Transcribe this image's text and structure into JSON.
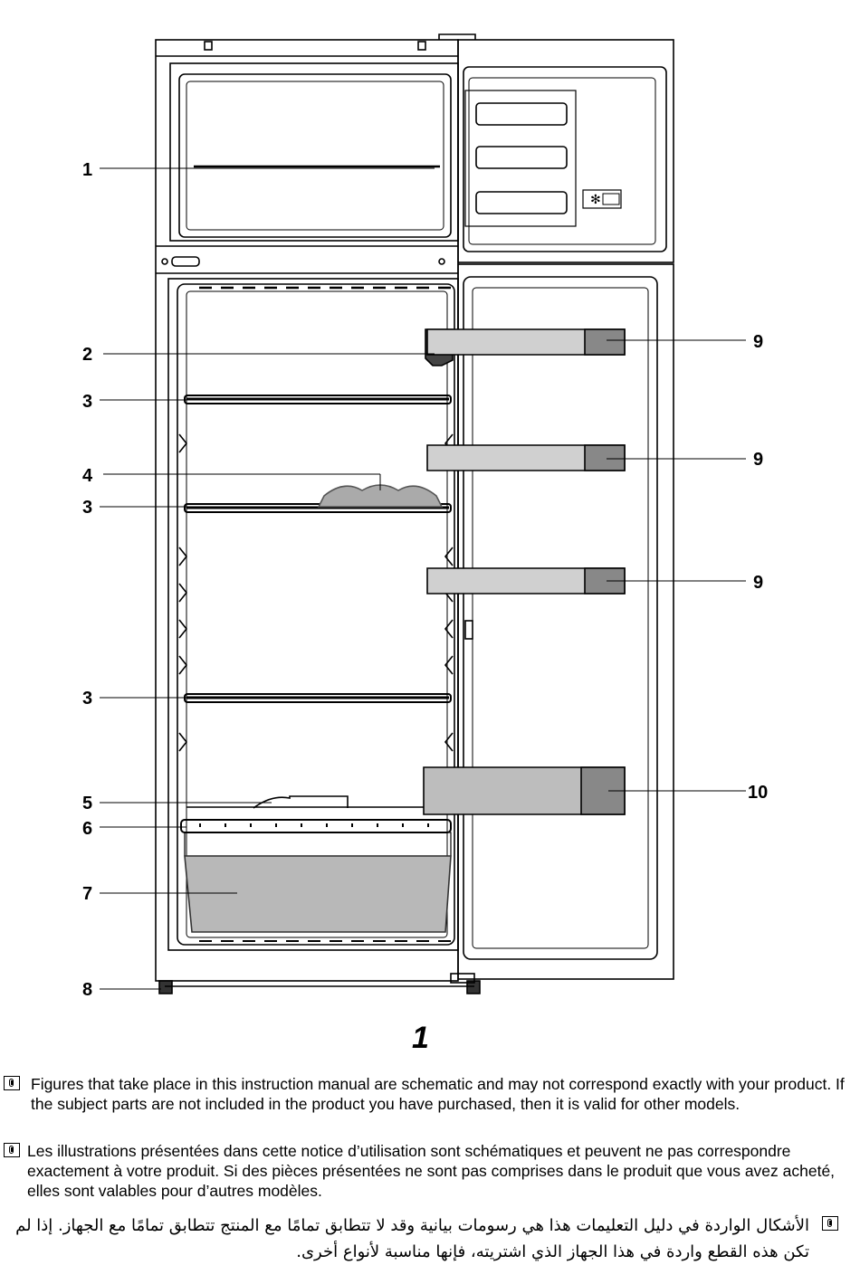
{
  "figure": {
    "number": "1",
    "callouts": [
      {
        "label": "1"
      },
      {
        "label": "2"
      },
      {
        "label": "3"
      },
      {
        "label": "4"
      },
      {
        "label": "3"
      },
      {
        "label": "3"
      },
      {
        "label": "5"
      },
      {
        "label": "6"
      },
      {
        "label": "7"
      },
      {
        "label": "8"
      },
      {
        "label": "9"
      },
      {
        "label": "9"
      },
      {
        "label": "9"
      },
      {
        "label": "10"
      }
    ]
  },
  "notes": [
    {
      "icon": "info-icon",
      "text": "Figures that take place in this instruction manual are schematic and may not correspond exactly with your product. If the subject parts are not included in the product you have purchased, then it is valid for other models."
    },
    {
      "icon": "info-icon",
      "text": "Les illustrations présentées dans cette notice d’utilisation sont schématiques et peuvent ne pas correspondre exactement à votre produit. Si des pièces présentées ne sont pas comprises dans le produit que vous avez acheté, elles sont valables pour d’autres modèles."
    },
    {
      "icon": "info-icon",
      "text": "الأشكال الواردة في دليل التعليمات هذا هي رسومات بيانية وقد لا تتطابق تمامًا مع المنتج تتطابق تمامًا مع الجهاز. إذا لم تكن هذه القطع واردة في هذا الجهاز الذي اشتريته، فإنها مناسبة لأنواع أخرى."
    }
  ]
}
